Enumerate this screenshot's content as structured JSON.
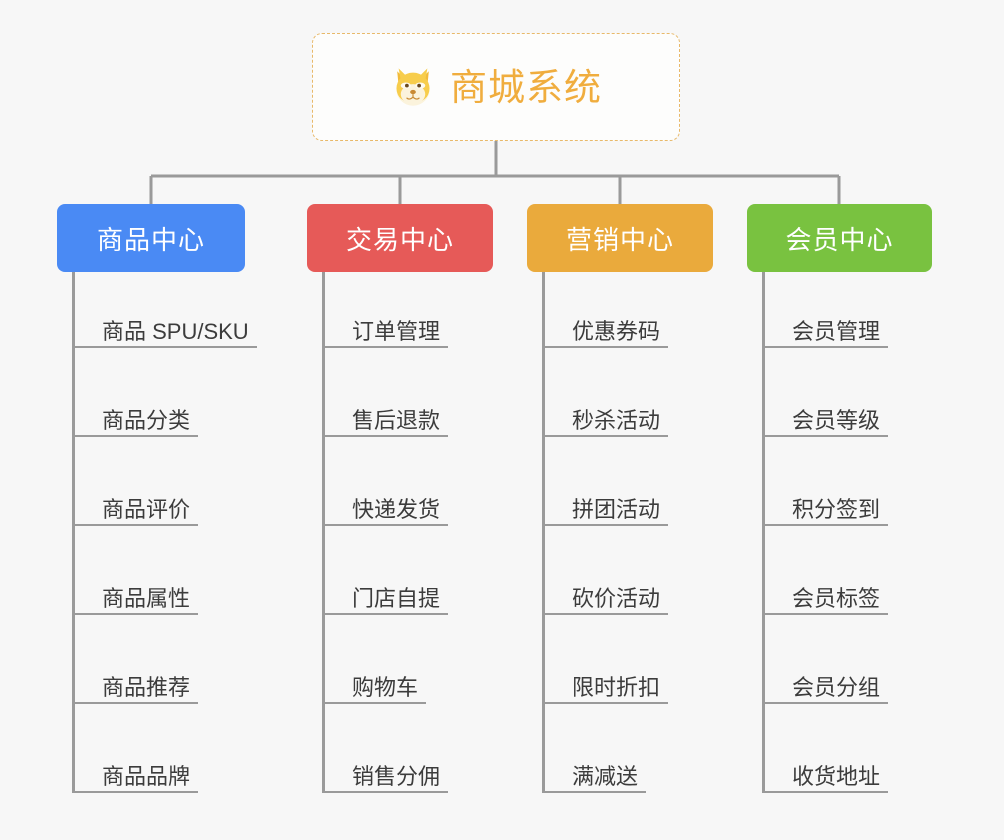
{
  "diagram": {
    "type": "mindmap",
    "background_color": "#f7f7f7",
    "root": {
      "title": "商城系统",
      "icon": "shiba-dog-icon",
      "text_color": "#f0ad3e",
      "border_color": "#e8b96a",
      "background_color": "#fdfdfc"
    },
    "connector_color": "#9a9a9a",
    "branches": [
      {
        "label": "商品中心",
        "color": "#4a8af4",
        "items": [
          "商品 SPU/SKU",
          "商品分类",
          "商品评价",
          "商品属性",
          "商品推荐",
          "商品品牌"
        ]
      },
      {
        "label": "交易中心",
        "color": "#e65a58",
        "items": [
          "订单管理",
          "售后退款",
          "快递发货",
          "门店自提",
          "购物车",
          "销售分佣"
        ]
      },
      {
        "label": "营销中心",
        "color": "#eaaa3c",
        "items": [
          "优惠券码",
          "秒杀活动",
          "拼团活动",
          "砍价活动",
          "限时折扣",
          "满减送"
        ]
      },
      {
        "label": "会员中心",
        "color": "#79c240",
        "items": [
          "会员管理",
          "会员等级",
          "积分签到",
          "会员标签",
          "会员分组",
          "收货地址"
        ]
      }
    ]
  }
}
